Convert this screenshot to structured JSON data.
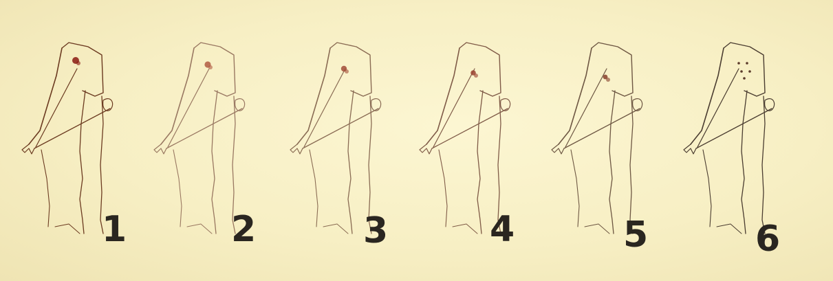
{
  "panels": [
    {
      "label": "1",
      "ink": "#6b3a20",
      "spot": "#8a1a10",
      "fade": 1.0
    },
    {
      "label": "2",
      "ink": "#7a5040",
      "spot": "#9a2a18",
      "fade": 0.75
    },
    {
      "label": "3",
      "ink": "#6e4a36",
      "spot": "#8d2414",
      "fade": 0.8
    },
    {
      "label": "4",
      "ink": "#6a4030",
      "spot": "#8a2214",
      "fade": 0.85
    },
    {
      "label": "5",
      "ink": "#5e4634",
      "spot": "#7a2c1a",
      "fade": 0.9
    },
    {
      "label": "6",
      "ink": "#4a3c30",
      "spot": "#5a3a2a",
      "fade": 1.0
    }
  ]
}
